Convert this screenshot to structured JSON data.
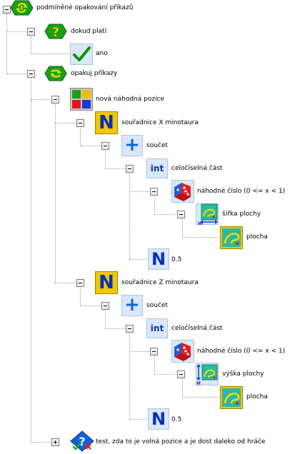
{
  "tree": {
    "root_label": "podmíněné opakování příkazů",
    "while_label": "dokud platí",
    "condition_value": "ano",
    "repeat_label": "opakuj příkazy",
    "new_position_label": "nová náhodná pozice",
    "coord_x_label": "souřadnice X minotaura",
    "coord_z_label": "souřadnice Z minotaura",
    "sum_label": "součet",
    "int_part_label": "celočíselná část",
    "random_label": "náhodné číslo (0 <= x < 1)",
    "width_label": "šířka plochy",
    "height_label": "výška plochy",
    "area_label": "plocha",
    "half_value": "0.5",
    "test_label": "test, zda to je volná pozice a je dost daleko od hráče"
  },
  "icons": {
    "int_text": "int",
    "n_text": "N",
    "plus_text": "+",
    "question_text": "?",
    "width_marker": "w",
    "height_marker": "H"
  },
  "colors": {
    "accent_green": "#20a020",
    "icon_yellow": "#f0c800",
    "icon_blue": "#0a2fb8",
    "selection_blue": "#cfe0f8"
  }
}
